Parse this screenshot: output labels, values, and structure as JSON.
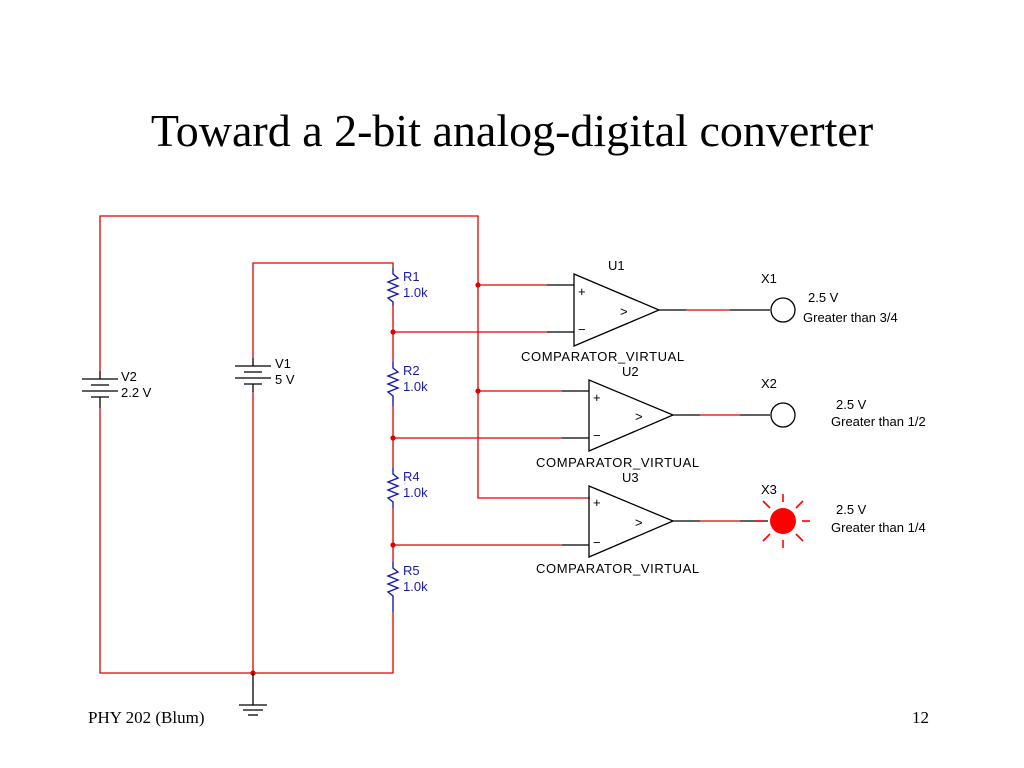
{
  "slide": {
    "title": "Toward a 2-bit analog-digital converter",
    "footer_left": "PHY 202 (Blum)",
    "page_number": "12"
  },
  "schematic": {
    "sources": [
      {
        "ref": "V2",
        "value": "2.2 V"
      },
      {
        "ref": "V1",
        "value": "5 V"
      }
    ],
    "resistors": [
      {
        "ref": "R1",
        "value": "1.0k"
      },
      {
        "ref": "R2",
        "value": "1.0k"
      },
      {
        "ref": "R4",
        "value": "1.0k"
      },
      {
        "ref": "R5",
        "value": "1.0k"
      }
    ],
    "comparators": [
      {
        "ref": "U1",
        "part": "COMPARATOR_VIRTUAL",
        "plus": "+",
        "minus": "−",
        "symbol": ">"
      },
      {
        "ref": "U2",
        "part": "COMPARATOR_VIRTUAL",
        "plus": "+",
        "minus": "−",
        "symbol": ">"
      },
      {
        "ref": "U3",
        "part": "COMPARATOR_VIRTUAL",
        "plus": "+",
        "minus": "−",
        "symbol": ">"
      }
    ],
    "indicators": [
      {
        "ref": "X1",
        "voltage": "2.5 V",
        "label": "Greater than 3/4",
        "lit": false
      },
      {
        "ref": "X2",
        "voltage": "2.5 V",
        "label": "Greater than 1/2",
        "lit": false
      },
      {
        "ref": "X3",
        "voltage": "2.5 V",
        "label": "Greater than 1/4",
        "lit": true
      }
    ],
    "colors": {
      "wire": "#e00000",
      "resistor": "#1a1ab0",
      "lamp_on": "#ff0000"
    }
  }
}
